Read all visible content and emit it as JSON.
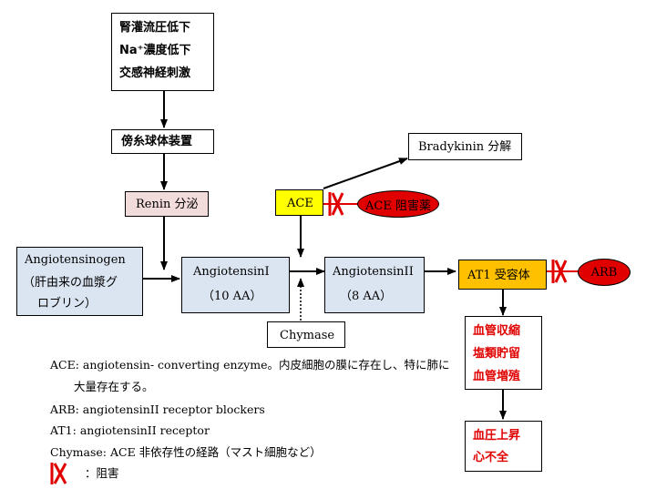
{
  "top_box": {
    "lines": [
      "腎灌流圧低下",
      "Na⁺濃度低下",
      "交感神経刺激"
    ]
  },
  "jga_box": {
    "label": "傍糸球体装置"
  },
  "renin_box": {
    "label": "Renin 分泌",
    "fill": "#f2dcdb"
  },
  "angiotensinogen_box": {
    "line1": "Angiotensinogen",
    "line2": "（肝由来の血漿グ",
    "line3": "ロブリン）",
    "fill": "#dbe5f1"
  },
  "angiotensin1_box": {
    "line1": "AngiotensinI",
    "line2": "（10 AA）",
    "fill": "#dbe5f1"
  },
  "angiotensin2_box": {
    "line1": "AngiotensinII",
    "line2": "（8 AA）",
    "fill": "#dbe5f1"
  },
  "ace_box": {
    "label": "ACE",
    "fill": "#ffff00"
  },
  "bradykinin_box": {
    "label": "Bradykinin 分解"
  },
  "ace_inhibitor": {
    "label": "ACE 阻害薬",
    "fill": "#e00000"
  },
  "at1_box": {
    "label": "AT1 受容体",
    "fill": "#ffc000"
  },
  "arb": {
    "label": "ARB",
    "fill": "#e00000"
  },
  "chymase_box": {
    "label": "Chymase"
  },
  "effects_box": {
    "lines": [
      "血管収縮",
      "塩類貯留",
      "血管増殖"
    ]
  },
  "outcome_box": {
    "lines": [
      "血圧上昇",
      "心不全"
    ]
  },
  "legend": {
    "ace_line1": "ACE: angiotensin- converting enzyme。内皮細胞の膜に存在し、特に肺に",
    "ace_line2": "大量存在する。",
    "arb": "ARB: angiotensinII receptor blockers",
    "at1": "AT1: angiotensinII receptor",
    "chymase": "Chymase: ACE 非依存性の経路（マスト細胞など）",
    "inhibit_label": "：阻害"
  },
  "colors": {
    "inhibit_mark": "#e00000",
    "text_red": "#e00000"
  }
}
